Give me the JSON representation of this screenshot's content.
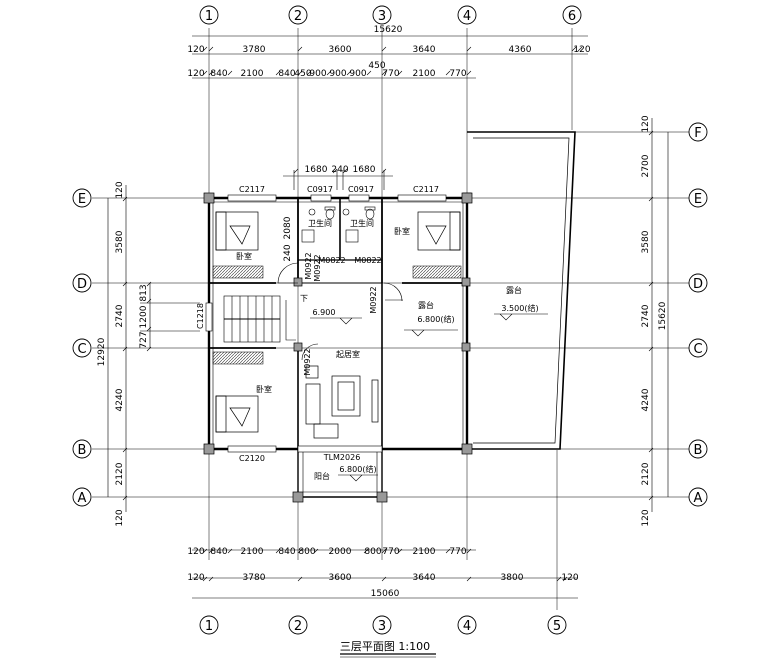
{
  "title": "三层平面图 1:100",
  "axes": {
    "top": [
      "1",
      "2",
      "3",
      "4",
      "6"
    ],
    "bottom": [
      "1",
      "2",
      "3",
      "4",
      "5"
    ],
    "left": [
      "E",
      "D",
      "C",
      "B",
      "A"
    ],
    "right": [
      "F",
      "E",
      "D",
      "C",
      "B",
      "A"
    ]
  },
  "dimensions": {
    "top_total": "15620",
    "top_row1": [
      "120",
      "3780",
      "3600",
      "3640",
      "4360",
      "120"
    ],
    "top_row2": [
      "120",
      "840",
      "2100",
      "840",
      "450",
      "900",
      "900",
      "900",
      "450",
      "770",
      "2100",
      "770"
    ],
    "bath_row": [
      "1680",
      "240",
      "1680"
    ],
    "bottom_row1": [
      "120",
      "840",
      "2100",
      "840",
      "800",
      "2000",
      "800",
      "770",
      "2100",
      "770"
    ],
    "bottom_row2": [
      "120",
      "3780",
      "3600",
      "3640",
      "3800",
      "120"
    ],
    "bottom_total": "15060",
    "left_outer": [
      "120",
      "3580",
      "12920",
      "4240",
      "2120",
      "120"
    ],
    "left_inner": [
      "813",
      "1200",
      "727"
    ],
    "right_row": [
      "120",
      "2700",
      "3580",
      "2740",
      "4240",
      "2120",
      "120"
    ],
    "right_total": "15620",
    "left_mid": "2740",
    "vert_small": [
      "2080",
      "240"
    ]
  },
  "labels": {
    "window_c2117_left": "C2117",
    "window_c0917_left": "C0917",
    "window_c0917_right": "C0917",
    "window_c2117_right": "C2117",
    "window_c2120": "C2120",
    "window_c1218": "C1218",
    "door_m0822_left": "M0822",
    "door_m0822_right": "M0822",
    "door_m0922_a": "M0922",
    "door_m0922_b": "M0922",
    "door_m0922_c": "M0922",
    "door_m0922_d": "M0922",
    "door_tlm2026": "TLM2026",
    "room_bedroom_tl": "卧室",
    "room_bedroom_tr": "卧室",
    "room_bedroom_bl": "卧室",
    "room_bath_l": "卫生间",
    "room_bath_r": "卫生间",
    "room_living": "起居室",
    "room_terrace": "露台",
    "room_terrace_big": "露台",
    "room_balcony": "阳台",
    "level_stair": "6.900",
    "level_terrace": "6.800(结)",
    "level_terrace_big": "3.500(结)",
    "level_balcony": "6.800(结)",
    "stair_down": "下"
  },
  "colors": {
    "line": "#000000",
    "wall": "#000000",
    "hatch": "#333333"
  }
}
